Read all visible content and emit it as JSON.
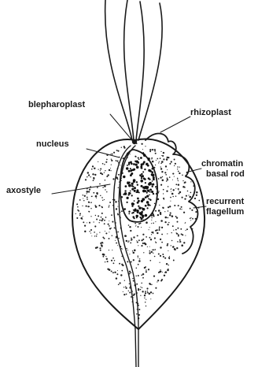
{
  "labels": {
    "blepharoplast": "blepharoplast",
    "rhizoplast": "rhizoplast",
    "nucleus": "nucleus",
    "chromatin_line1": "chromatin",
    "chromatin_line2": "basal rod",
    "axostyle": "axostyle",
    "recurrent_line1": "recurrent",
    "recurrent_line2": "flagellum"
  },
  "colors": {
    "ink": "#1a1a1a",
    "paper": "#ffffff"
  }
}
